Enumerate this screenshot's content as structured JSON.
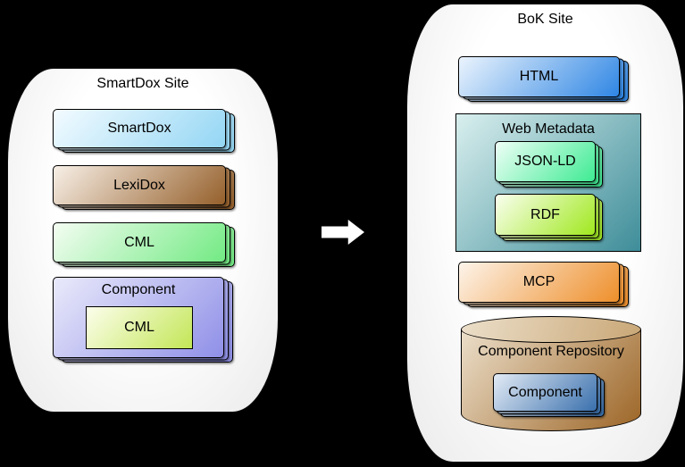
{
  "canvas": {
    "bg": "#000000"
  },
  "diagram": {
    "left_site": {
      "title": "SmartDox Site",
      "c1": "#ffffff",
      "c2": "#eaeaea",
      "boxes": {
        "smartdox": {
          "label": "SmartDox",
          "c1": "#f3fbff",
          "c2": "#93d6f4"
        },
        "lexidox": {
          "label": "LexiDox",
          "c1": "#f8f0e7",
          "c2": "#95602b"
        },
        "cml": {
          "label": "CML",
          "c1": "#f4fdf2",
          "c2": "#72ea83"
        },
        "component": {
          "label": "Component",
          "c1": "#eaeafb",
          "c2": "#8f8fe8",
          "child": {
            "label": "CML",
            "c1": "#fcfeec",
            "c2": "#c3e656"
          }
        }
      }
    },
    "arrow": {
      "c1": "#ffffff"
    },
    "right_site": {
      "title": "BoK Site",
      "c1": "#ffffff",
      "c2": "#eaeaea",
      "html_box": {
        "label": "HTML",
        "c1": "#ebf4fd",
        "c2": "#2f86e4"
      },
      "web_metadata": {
        "title": "Web Metadata",
        "c1": "#d9efee",
        "c2": "#3e8d99",
        "boxes": {
          "jsonld": {
            "label": "JSON-LD",
            "c1": "#effff7",
            "c2": "#3eeb93"
          },
          "rdf": {
            "label": "RDF",
            "c1": "#fafff0",
            "c2": "#a0e81e"
          }
        }
      },
      "mcp_box": {
        "label": "MCP",
        "c1": "#fdf4ea",
        "c2": "#ee8f2b"
      },
      "repository": {
        "title": "Component Repository",
        "c1": "#ecdfca",
        "c2": "#9c6526",
        "ctop": "#c9a776",
        "child": {
          "label": "Component",
          "c1": "#e3ebf5",
          "c2": "#3a70ad"
        }
      }
    }
  }
}
